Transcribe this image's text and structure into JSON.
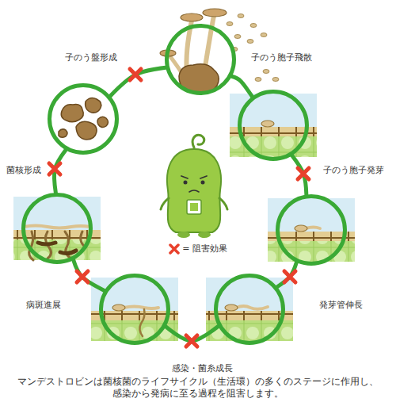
{
  "diagram": {
    "caption": "マンデストロビンは菌核菌のライフサイクル（生活環）の多くのステージに作用し、 感染から発病に至る過程を阻害します。",
    "nodes": [
      {
        "text": [
          "子のう盤形成"
        ]
      },
      {
        "text": [
          "子のう胞子飛散"
        ]
      },
      {
        "text": [
          "子のう胞子発芽"
        ]
      },
      {
        "text": [
          "発芽管伸長"
        ]
      },
      {
        "text": [
          "感染・菌糸成長"
        ]
      },
      {
        "text": [
          "病斑進展"
        ]
      },
      {
        "text": [
          "菌核形成"
        ]
      }
    ],
    "edges": [
      {
        "from": 0,
        "to": 1,
        "arrow": "none"
      },
      {
        "from": 1,
        "to": 2,
        "arrow": "none"
      },
      {
        "from": 2,
        "to": 3,
        "arrow": "none"
      },
      {
        "from": 3,
        "to": 4,
        "arrow": "none"
      },
      {
        "from": 4,
        "to": 5,
        "arrow": "none"
      },
      {
        "from": 5,
        "to": 6,
        "arrow": "none"
      },
      {
        "from": 6,
        "to": 0,
        "arrow": "none"
      }
    ],
    "legend": [
      {
        "text": "= 阻害効果"
      }
    ]
  }
}
